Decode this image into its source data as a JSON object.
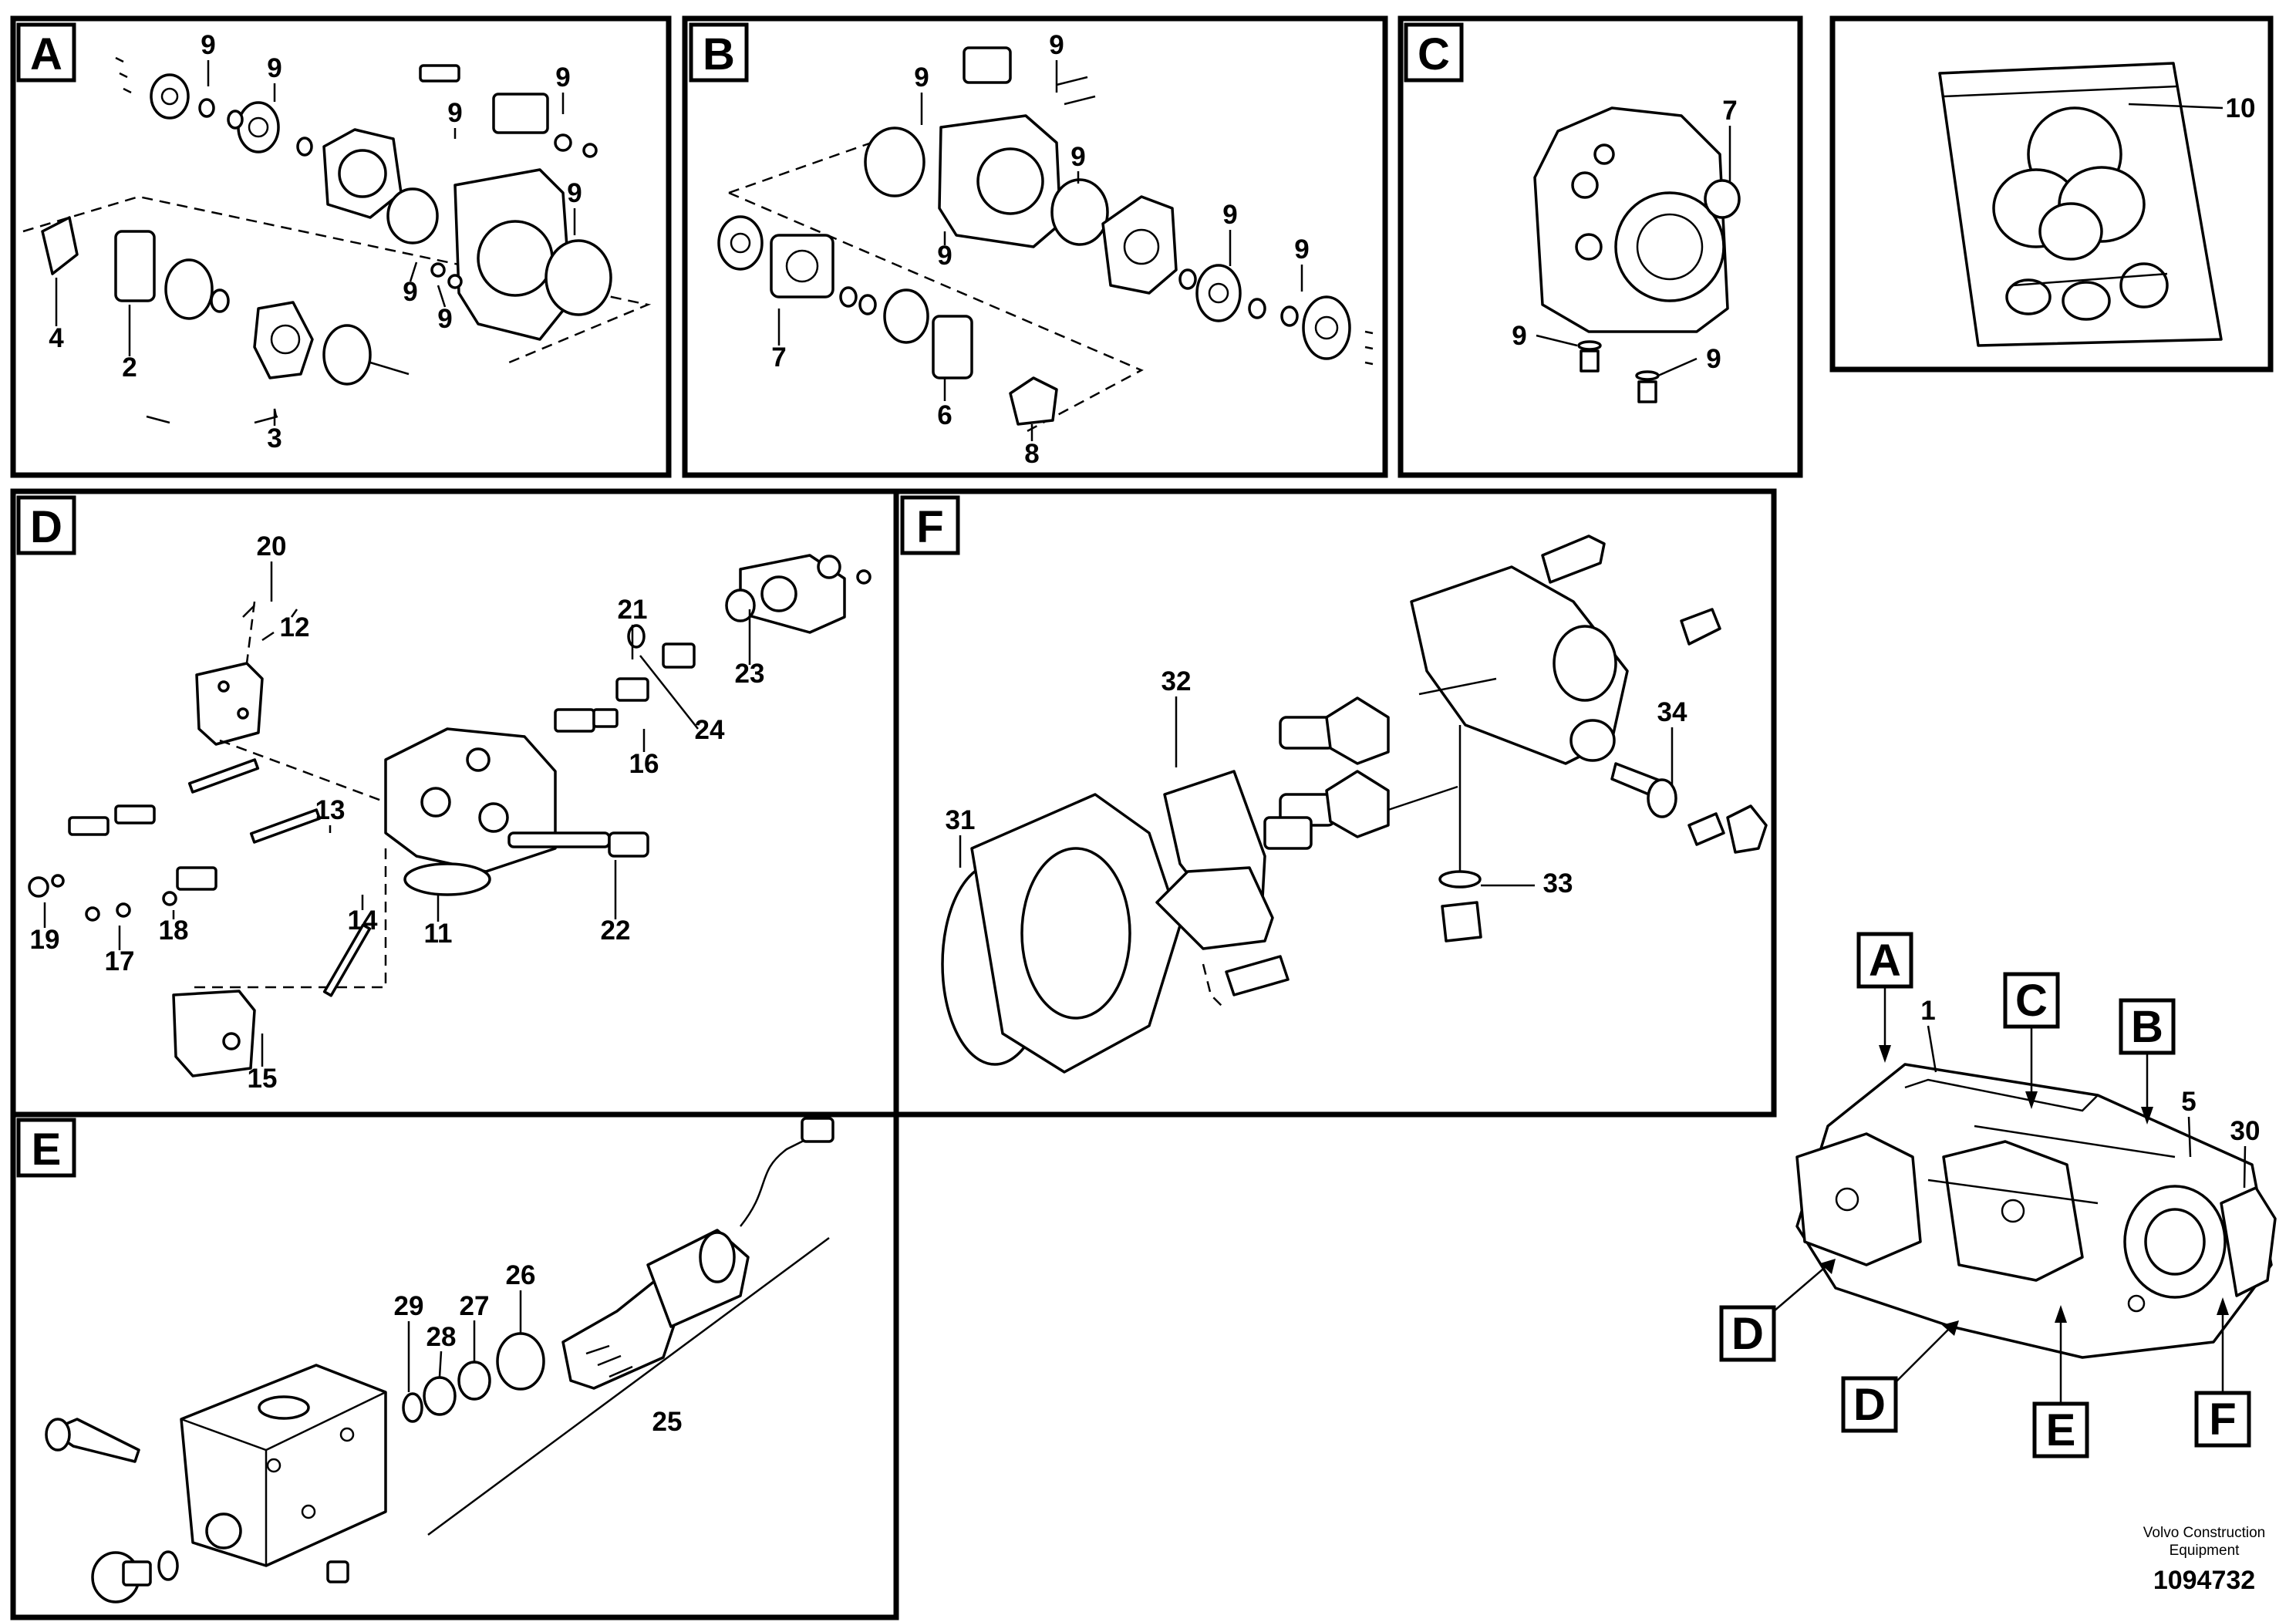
{
  "panels": {
    "a": {
      "label": "A"
    },
    "b": {
      "label": "B"
    },
    "c": {
      "label": "C"
    },
    "kit": {
      "label": ""
    },
    "d": {
      "label": "D"
    },
    "f": {
      "label": "F"
    },
    "e": {
      "label": "E"
    }
  },
  "callouts": {
    "a": [
      "9",
      "9",
      "9",
      "9",
      "9",
      "9",
      "9",
      "4",
      "2",
      "3"
    ],
    "b": [
      "9",
      "9",
      "9",
      "9",
      "9",
      "9",
      "7",
      "6",
      "8"
    ],
    "c": [
      "7",
      "9",
      "9"
    ],
    "kit": [
      "10"
    ],
    "d": [
      "20",
      "12",
      "21",
      "23",
      "24",
      "16",
      "13",
      "19",
      "17",
      "18",
      "14",
      "11",
      "22",
      "15"
    ],
    "f": [
      "32",
      "31",
      "34",
      "33"
    ],
    "e": [
      "29",
      "28",
      "27",
      "26",
      "25"
    ]
  },
  "overview": {
    "part_number": "1",
    "labels": [
      "A",
      "C",
      "B",
      "D",
      "D",
      "E",
      "F"
    ],
    "numbers": [
      "5",
      "30"
    ]
  },
  "credit": {
    "line1": "Volvo Construction",
    "line2": "Equipment"
  },
  "document_number": "1094732"
}
